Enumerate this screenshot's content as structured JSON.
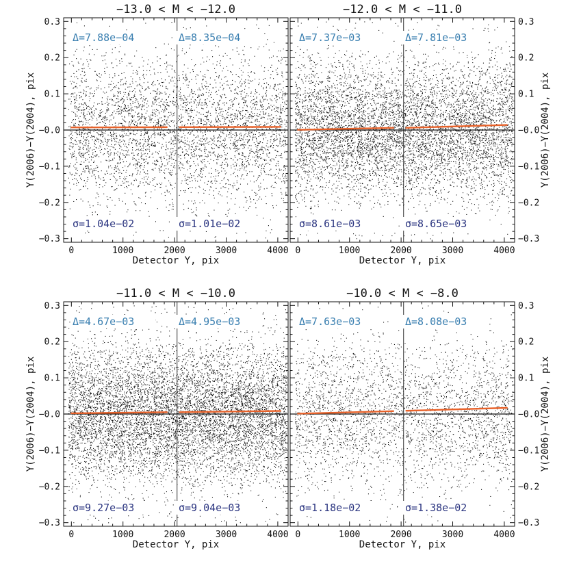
{
  "chart_data": [
    {
      "type": "scatter",
      "title": "−13.0 < M <  −12.0",
      "xlabel": "Detector Y, pix",
      "ylabel": "Y(2006)−Y(2004), pix",
      "ylabel_side": "left",
      "xlim": [
        -150,
        4200
      ],
      "ylim": [
        -0.31,
        0.31
      ],
      "xticks": [
        0,
        1000,
        2000,
        3000,
        4000
      ],
      "yticks": [
        -0.3,
        -0.2,
        -0.1,
        0.0,
        0.1,
        0.2,
        0.3
      ],
      "ytick_labels": [
        "−0.3",
        "−0.2",
        "−0.1",
        "−0.0",
        "0.1",
        "0.2",
        "0.3"
      ],
      "divider_x": 2048,
      "zero_line": 0.0,
      "point_density": 1.0,
      "point_spread_y": 0.23,
      "fit_lines": [
        {
          "x": [
            0,
            1850
          ],
          "y": [
            0.0072,
            0.0078
          ]
        },
        {
          "x": [
            2100,
            4050
          ],
          "y": [
            0.008,
            0.0086
          ]
        }
      ],
      "annotations": {
        "delta_left": "Δ=7.88e−04",
        "delta_right": "Δ=8.35e−04",
        "sigma_left": "σ=1.04e−02",
        "sigma_right": "σ=1.01e−02"
      }
    },
    {
      "type": "scatter",
      "title": "−12.0 < M <  −11.0",
      "xlabel": "Detector Y, pix",
      "ylabel": "Y(2006)−Y(2004), pix",
      "ylabel_side": "right",
      "xlim": [
        -150,
        4200
      ],
      "ylim": [
        -0.31,
        0.31
      ],
      "xticks": [
        0,
        1000,
        2000,
        3000,
        4000
      ],
      "yticks": [
        -0.3,
        -0.2,
        -0.1,
        0.0,
        0.1,
        0.2,
        0.3
      ],
      "ytick_labels": [
        "−0.3",
        "−0.2",
        "−0.1",
        "−0.0",
        "0.1",
        "0.2",
        "0.3"
      ],
      "divider_x": 2048,
      "zero_line": 0.0,
      "point_density": 1.6,
      "point_spread_y": 0.22,
      "fit_lines": [
        {
          "x": [
            0,
            1850
          ],
          "y": [
            0.0005,
            0.006
          ]
        },
        {
          "x": [
            2100,
            4050
          ],
          "y": [
            0.006,
            0.014
          ]
        }
      ],
      "annotations": {
        "delta_left": "Δ=7.37e−03",
        "delta_right": "Δ=7.81e−03",
        "sigma_left": "σ=8.61e−03",
        "sigma_right": "σ=8.65e−03"
      }
    },
    {
      "type": "scatter",
      "title": "−11.0 < M <  −10.0",
      "xlabel": "Detector Y, pix",
      "ylabel": "Y(2006)−Y(2004), pix",
      "ylabel_side": "left",
      "xlim": [
        -150,
        4200
      ],
      "ylim": [
        -0.31,
        0.31
      ],
      "xticks": [
        0,
        1000,
        2000,
        3000,
        4000
      ],
      "yticks": [
        -0.3,
        -0.2,
        -0.1,
        0.0,
        0.1,
        0.2,
        0.3
      ],
      "ytick_labels": [
        "−0.3",
        "−0.2",
        "−0.1",
        "−0.0",
        "0.1",
        "0.2",
        "0.3"
      ],
      "divider_x": 2048,
      "zero_line": 0.0,
      "point_density": 1.9,
      "point_spread_y": 0.22,
      "fit_lines": [
        {
          "x": [
            0,
            1850
          ],
          "y": [
            0.002,
            0.005
          ]
        },
        {
          "x": [
            2100,
            4050
          ],
          "y": [
            0.005,
            0.0085
          ]
        }
      ],
      "annotations": {
        "delta_left": "Δ=4.67e−03",
        "delta_right": "Δ=4.95e−03",
        "sigma_left": "σ=9.27e−03",
        "sigma_right": "σ=9.04e−03"
      }
    },
    {
      "type": "scatter",
      "title": "−10.0 < M <   −8.0",
      "xlabel": "Detector Y, pix",
      "ylabel": "Y(2006)−Y(2004), pix",
      "ylabel_side": "right",
      "xlim": [
        -150,
        4200
      ],
      "ylim": [
        -0.31,
        0.31
      ],
      "xticks": [
        0,
        1000,
        2000,
        3000,
        4000
      ],
      "yticks": [
        -0.3,
        -0.2,
        -0.1,
        0.0,
        0.1,
        0.2,
        0.3
      ],
      "ytick_labels": [
        "−0.3",
        "−0.2",
        "−0.1",
        "−0.0",
        "0.1",
        "0.2",
        "0.3"
      ],
      "divider_x": 2048,
      "zero_line": 0.0,
      "point_density": 0.75,
      "point_spread_y": 0.23,
      "fit_lines": [
        {
          "x": [
            0,
            1850
          ],
          "y": [
            0.001,
            0.008
          ]
        },
        {
          "x": [
            2100,
            4050
          ],
          "y": [
            0.009,
            0.017
          ]
        }
      ],
      "annotations": {
        "delta_left": "Δ=7.63e−03",
        "delta_right": "Δ=8.08e−03",
        "sigma_left": "σ=1.18e−02",
        "sigma_right": "σ=1.38e−02"
      }
    }
  ],
  "colors": {
    "points": "#111111",
    "fit_line": "#e8622a",
    "delta_text": "#3a7fb0",
    "sigma_text": "#2b3580",
    "frame": "#111111"
  }
}
